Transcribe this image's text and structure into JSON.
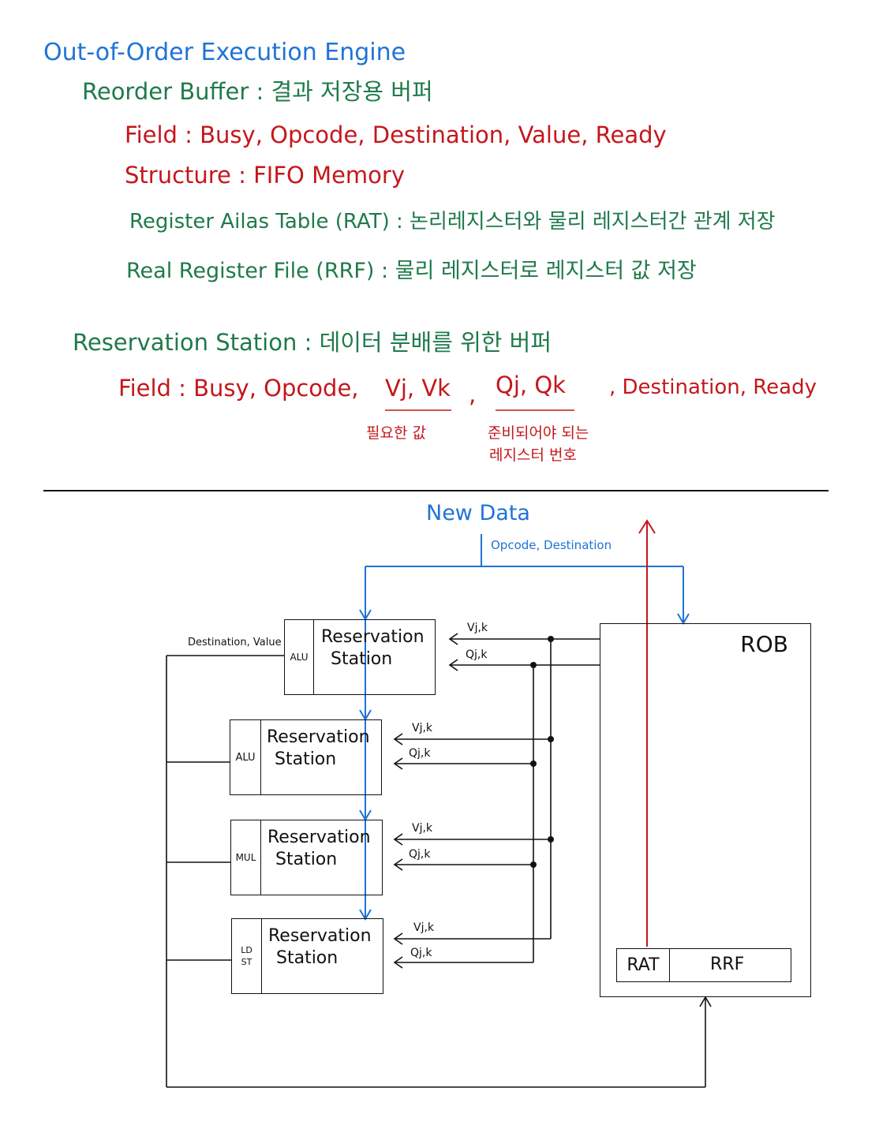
{
  "notes": {
    "title": "Out-of-Order Execution Engine",
    "rob_line": "Reorder Buffer : 결과 저장용 버퍼",
    "rob_field": "Field :  Busy, Opcode, Destination, Value, Ready",
    "rob_structure": "Structure : FIFO Memory",
    "rat_line": "Register Ailas Table (RAT) : 논리레지스터와 물리 레지스터간 관계 저장",
    "rrf_line": "Real Register File (RRF) : 물리 레지스터로 레지스터 값 저장",
    "rs_line": "Reservation Station : 데이터 분배를 위한 버퍼",
    "rs_field_prefix": "Field : Busy, Opcode,",
    "rs_field_vjvk": "Vj, Vk",
    "rs_field_qjqk": "Qj, Qk",
    "rs_field_suffix": ", Destination, Ready",
    "rs_comma": ",",
    "note_vjvk": "필요한 값",
    "note_qjqk_line1": "준비되어야 되는",
    "note_qjqk_line2": "레지스터 번호"
  },
  "diagram": {
    "new_data_label": "New Data",
    "opcode_dest_label": "Opcode, Destination",
    "dest_value_label": "Destination, Value",
    "rob_label": "ROB",
    "rat_label": "RAT",
    "rrf_label": "RRF",
    "stations": [
      {
        "unit": "ALU",
        "line1": "Reservation",
        "line2": "Station",
        "v_label": "Vj,k",
        "q_label": "Qj,k"
      },
      {
        "unit": "ALU",
        "line1": "Reservation",
        "line2": "Station",
        "v_label": "Vj,k",
        "q_label": "Qj,k"
      },
      {
        "unit": "MUL",
        "line1": "Reservation",
        "line2": "Station",
        "v_label": "Vj,k",
        "q_label": "Qj,k"
      },
      {
        "unit": "LD ST",
        "line1": "Reservation",
        "line2": "Station",
        "v_label": "Vj,k",
        "q_label": "Qj,k"
      }
    ],
    "colors": {
      "blue": "#1f73d6",
      "green": "#1f7a4a",
      "red": "#c4171c",
      "black": "#111111"
    }
  }
}
